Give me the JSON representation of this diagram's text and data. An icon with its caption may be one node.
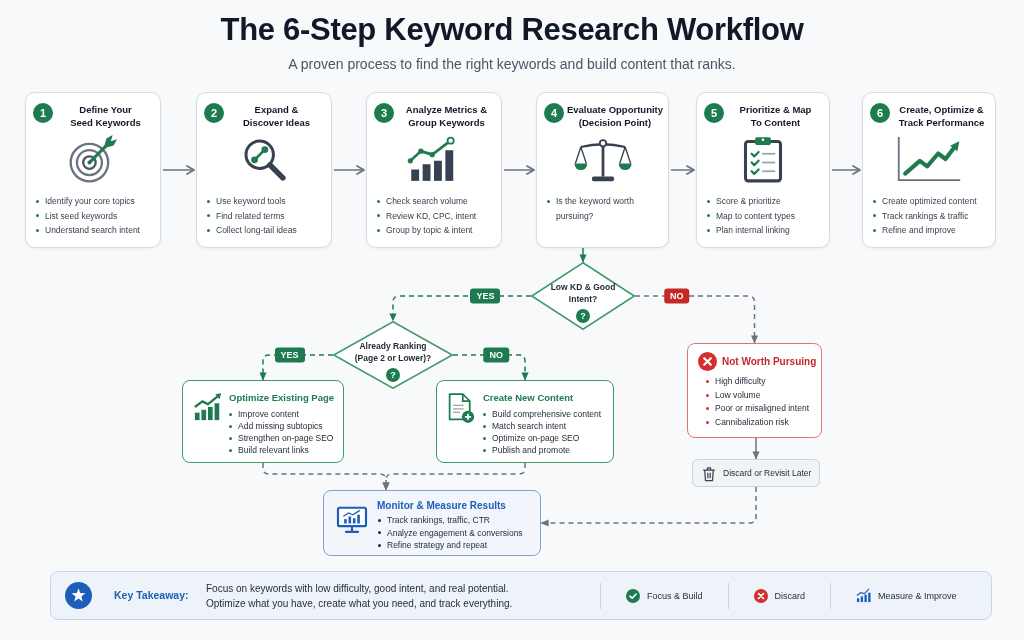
{
  "diagram": {
    "title": "The 6-Step Keyword Research Workflow",
    "nodes": [
      {
        "text": [
          "1",
          "Define Your Seed Keywords",
          "Identify your core topics",
          "List seed keywords",
          "Understand search intent"
        ]
      },
      {
        "text": [
          "2",
          "Expand & Discover Ideas",
          "Use keyword tools",
          "Find related terms",
          "Collect long-tail ideas"
        ]
      },
      {
        "text": [
          "3",
          "Analyze Metrics & Group Keywords",
          "Check search volume",
          "Review KD, CPC, intent",
          "Group by topic & intent"
        ]
      },
      {
        "text": [
          "4",
          "Evaluate Opportunity (Decision Point)",
          "Is the keyword worth pursuing?"
        ]
      },
      {
        "text": [
          "5",
          "Prioritize & Map To Content",
          "Score & prioritize",
          "Map to content types",
          "Plan internal linking"
        ]
      },
      {
        "text": [
          "6",
          "Create, Optimize & Track Performance",
          "Create optimized content",
          "Track rankings & traffic",
          "Refine and improve"
        ]
      },
      {
        "text": [
          "Low KD & Good Intent?",
          "?"
        ]
      },
      {
        "text": [
          "Already Ranking (Page 2 or Lower)?",
          "?"
        ]
      },
      {
        "text": [
          "Optimize Existing Page",
          "Improve content",
          "Add missing subtopics",
          "Strengthen on-page SEO",
          "Build relevant links"
        ]
      },
      {
        "text": [
          "Create New Content",
          "Build comprehensive content",
          "Match search intent",
          "Optimize on-page SEO",
          "Publish and promote"
        ]
      },
      {
        "text": [
          "Not Worth Pursuing",
          "High difficulty",
          "Low volume",
          "Poor or misaligned intent",
          "Cannibalization risk"
        ]
      },
      {
        "text": [
          "Discard or Revisit Later"
        ]
      },
      {
        "text": [
          "Monitor & Measure Results",
          "Track rankings, traffic, CTR",
          "Analyze engagement & conversions",
          "Refine strategy and repeat"
        ]
      },
      {
        "text": [
          "Key Takeaway:",
          "Focus on keywords with low difficulty, good intent, and real potential. Optimize what you have, create what you need, and track everything."
        ]
      }
    ],
    "edges": [
      {
        "from": 0,
        "to": 1,
        "arrow": "to"
      },
      {
        "from": 1,
        "to": 2,
        "arrow": "to"
      },
      {
        "from": 2,
        "to": 3,
        "arrow": "to"
      },
      {
        "from": 3,
        "to": 4,
        "arrow": "to"
      },
      {
        "from": 4,
        "to": 5,
        "arrow": "to"
      },
      {
        "from": 3,
        "to": 6,
        "arrow": "to",
        "color": "#1e7b4f"
      },
      {
        "from": 6,
        "to": 7,
        "label": "YES",
        "arrow": "to",
        "style": "dashed",
        "color": "#1e7b4f"
      },
      {
        "from": 6,
        "to": 10,
        "label": "NO",
        "arrow": "to",
        "style": "dashed"
      },
      {
        "from": 7,
        "to": 8,
        "label": "YES",
        "arrow": "to",
        "style": "dashed",
        "color": "#1e7b4f"
      },
      {
        "from": 7,
        "to": 9,
        "label": "NO",
        "arrow": "to",
        "style": "dashed",
        "color": "#1e7b4f"
      },
      {
        "from": 8,
        "to": 12,
        "arrow": "to",
        "style": "dashed"
      },
      {
        "from": 9,
        "to": 12,
        "arrow": "to",
        "style": "dashed"
      },
      {
        "from": 10,
        "to": 11,
        "arrow": "to"
      },
      {
        "from": 11,
        "to": 12,
        "arrow": "to",
        "style": "dashed"
      }
    ],
    "labels": [
      "A proven process to find the right keywords and build content that ranks."
    ],
    "legend": [
      {
        "text": "Focus & Build"
      },
      {
        "text": "Discard"
      },
      {
        "text": "Measure & Improve"
      }
    ]
  }
}
